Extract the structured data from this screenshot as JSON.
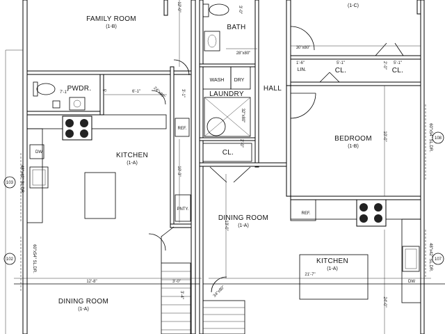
{
  "rooms": {
    "family_room": {
      "name": "FAMILY ROOM",
      "code": "(1-B)"
    },
    "pwdr": {
      "name": "PWDR."
    },
    "kitchen_left": {
      "name": "KITCHEN",
      "code": "(1-A)"
    },
    "dining_left": {
      "name": "DINING ROOM",
      "code": "(1-A)"
    },
    "bath": {
      "name": "BATH"
    },
    "wash": {
      "name": "WASH"
    },
    "dry": {
      "name": "DRY"
    },
    "laundry": {
      "name": "LAUNDRY"
    },
    "hall": {
      "name": "HALL"
    },
    "cl_middle": {
      "name": "CL."
    },
    "dining_right": {
      "name": "DINING ROOM",
      "code": "(1-A)"
    },
    "bedroom_top": {
      "code": "(1-C)"
    },
    "lin": {
      "name": "LIN."
    },
    "cl_right_1": {
      "name": "CL."
    },
    "cl_right_2": {
      "name": "CL."
    },
    "bedroom": {
      "name": "BEDROOM",
      "code": "(1-B)"
    },
    "kitchen_right": {
      "name": "KITCHEN",
      "code": "(1-A)"
    }
  },
  "fixtures": {
    "ref_left": "REF.",
    "pntry": "PNTY.",
    "dw_left": "DW",
    "ref_right": "REF.",
    "dw_right": "DW"
  },
  "windows": {
    "w103": {
      "tag": "103",
      "spec": "48\"x42\" SL.DR."
    },
    "w102": {
      "tag": "102",
      "spec": "60\"x54\" SL.DR."
    },
    "w108": {
      "tag": "108",
      "spec": "60\"x54\" SL.DR."
    },
    "w107": {
      "tag": "107",
      "spec": "48\"x42\" SL.DR."
    }
  },
  "dimensions": {
    "pwdr_width": "7'-1\"",
    "pwdr_door": "5'",
    "pwdr_side": "6'-1\"",
    "door_24": "24\"x80\"",
    "gap_3_1": "3'-1\"",
    "kitchen_depth": "10'-3\"",
    "fam_depth": "12'-0\"",
    "dining_left_width": "12'-8\"",
    "stair_3_0": "3'-0\"",
    "stair_3_4": "3'-4\"",
    "bath_door": "28\"x80\"",
    "bath_3_0": "3'-0\"",
    "laundry_door": "32\"x80\"",
    "dining_right_depth": "13'-0\"",
    "cl_2_0": "2'-0\"",
    "lin_1_6": "1'-6\"",
    "cl_5_1": "5'-1\"",
    "cl_5_1b": "5'-1\"",
    "cl_2_0b": "2'-0\"",
    "bed_door": "30\"x80\"",
    "bedroom_depth": "10'-0\"",
    "kitchen_right_width": "21'-7\"",
    "kitchen_right_depth": "24'-0\"",
    "stair_door_right": "34\"x80\""
  }
}
